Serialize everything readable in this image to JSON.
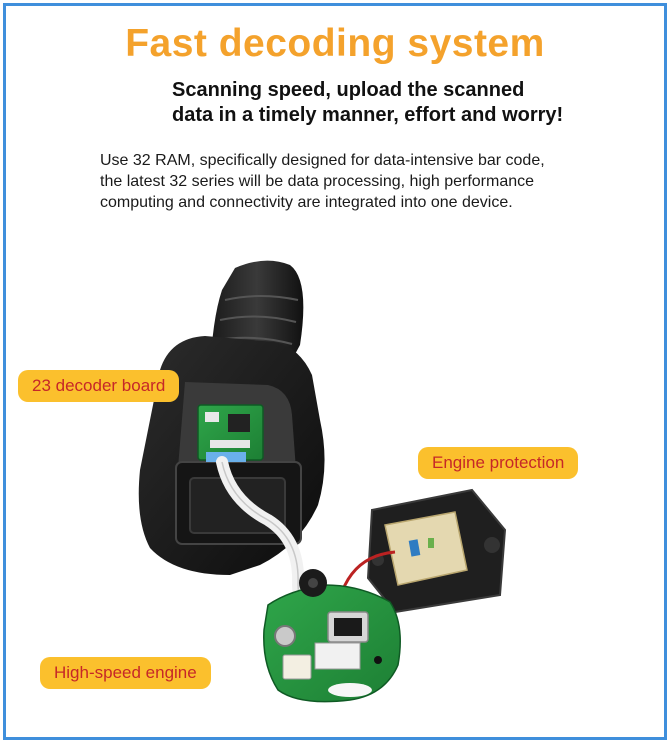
{
  "header": {
    "title": "Fast decoding system",
    "subtitle_line1": "Scanning speed, upload the scanned",
    "subtitle_line2": "data in a timely manner, effort and worry!"
  },
  "description": {
    "line1": "Use 32 RAM, specifically designed for data-intensive bar code,",
    "line2": "the latest 32 series will be data processing, high performance",
    "line3": "computing and connectivity are integrated into one device."
  },
  "callouts": {
    "decoder_board": "23 decoder board",
    "engine_protection": "Engine protection",
    "high_speed_engine": "High-speed engine"
  },
  "colors": {
    "title": "#f4a22c",
    "callout_bg": "#fbc02d",
    "callout_text": "#c62828",
    "frame_border": "#3f8fdc"
  }
}
